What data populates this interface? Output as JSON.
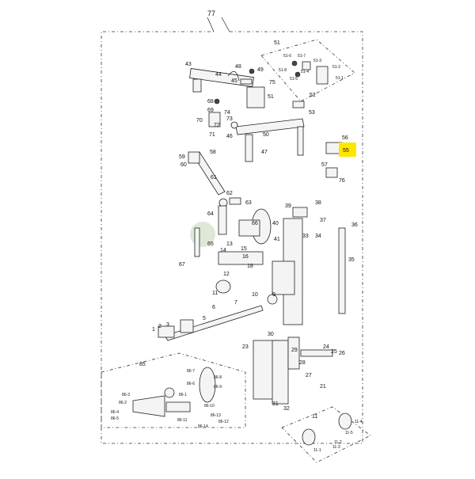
{
  "assembly": {
    "main_label": "77",
    "highlighted_label": "55"
  },
  "labels": {
    "l43": "43",
    "l44": "44",
    "l45": "45",
    "l48": "48",
    "l49": "49",
    "l75": "75",
    "l51": "51",
    "l51b": "51",
    "l51_1": "51-1",
    "l51_2": "51-2",
    "l51_3": "51-3",
    "l51_4": "51-4",
    "l51_5": "51-5",
    "l51_6": "51-6",
    "l51_7": "51-7",
    "l51_8": "51-8",
    "l52": "52",
    "l68": "68",
    "l69": "69",
    "l74": "74",
    "l70": "70",
    "l72": "72",
    "l73": "73",
    "l71": "71",
    "l46": "46",
    "l50": "50",
    "l47": "47",
    "l53": "53",
    "l56": "56",
    "l57": "57",
    "l76": "76",
    "l59": "59",
    "l60": "60",
    "l58": "58",
    "l61": "61",
    "l62": "62",
    "l63": "63",
    "l64": "64",
    "l66": "66",
    "l40": "40",
    "l39": "39",
    "l38": "38",
    "l37": "37",
    "l36": "36",
    "l34": "34",
    "l33": "33",
    "l65": "65",
    "l13": "13",
    "l41": "41",
    "l14": "14",
    "l15": "15",
    "l16": "16",
    "l18": "18",
    "l12": "12",
    "l67": "67",
    "l35": "35",
    "l11": "11",
    "l10": "10",
    "l9": "9",
    "l7": "7",
    "l6": "6",
    "l1": "1",
    "l2": "2",
    "l3": "3",
    "l5": "5",
    "l30": "30",
    "l23": "23",
    "l29": "29",
    "l28": "28",
    "l24": "24",
    "l25": "25",
    "l26": "26",
    "l27": "27",
    "l21": "21",
    "l31": "31",
    "l32": "32",
    "l85": "85",
    "l86_7": "86-7",
    "l86_8": "86-8",
    "l86_9": "86-9",
    "l86_6": "86-6",
    "l86_1": "86-1",
    "l86_2": "86-2",
    "l86_3": "86-3",
    "l86_4": "86-4",
    "l86_5": "86-5",
    "l86_10": "86-10",
    "l86_11": "86-11",
    "l86_12": "86-12",
    "l86_13": "86-13",
    "l86_14": "86-14",
    "l11b": "11",
    "l11_4": "11-4",
    "l11_5": "11-5",
    "l11_2": "11-2",
    "l11_3": "11-3",
    "l11_1": "11-1"
  }
}
